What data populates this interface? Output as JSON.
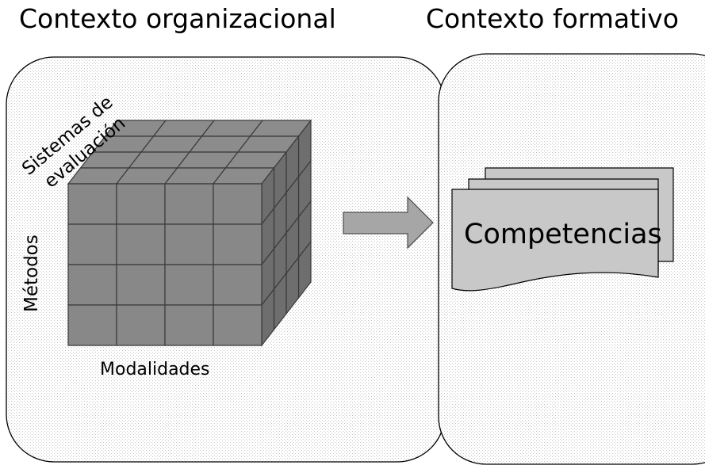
{
  "titles": {
    "left": "Contexto organizacional",
    "right": "Contexto formativo"
  },
  "cube": {
    "top_label_line1": "Sistemas de",
    "top_label_line2": "evaluación",
    "side_label": "Métodos",
    "bottom_label": "Modalidades",
    "rows": 4,
    "cols": 4,
    "depth": 4
  },
  "documents": {
    "label": "Competencias",
    "count": 3
  },
  "colors": {
    "front": "#888888",
    "top": "#8c8c8c",
    "side": "#6e6e6e",
    "grid": "#3a3a3a",
    "arrow": "#a6a6a6",
    "doc": "#c8c8c8",
    "pattern_dot": "#c4c4c4"
  }
}
